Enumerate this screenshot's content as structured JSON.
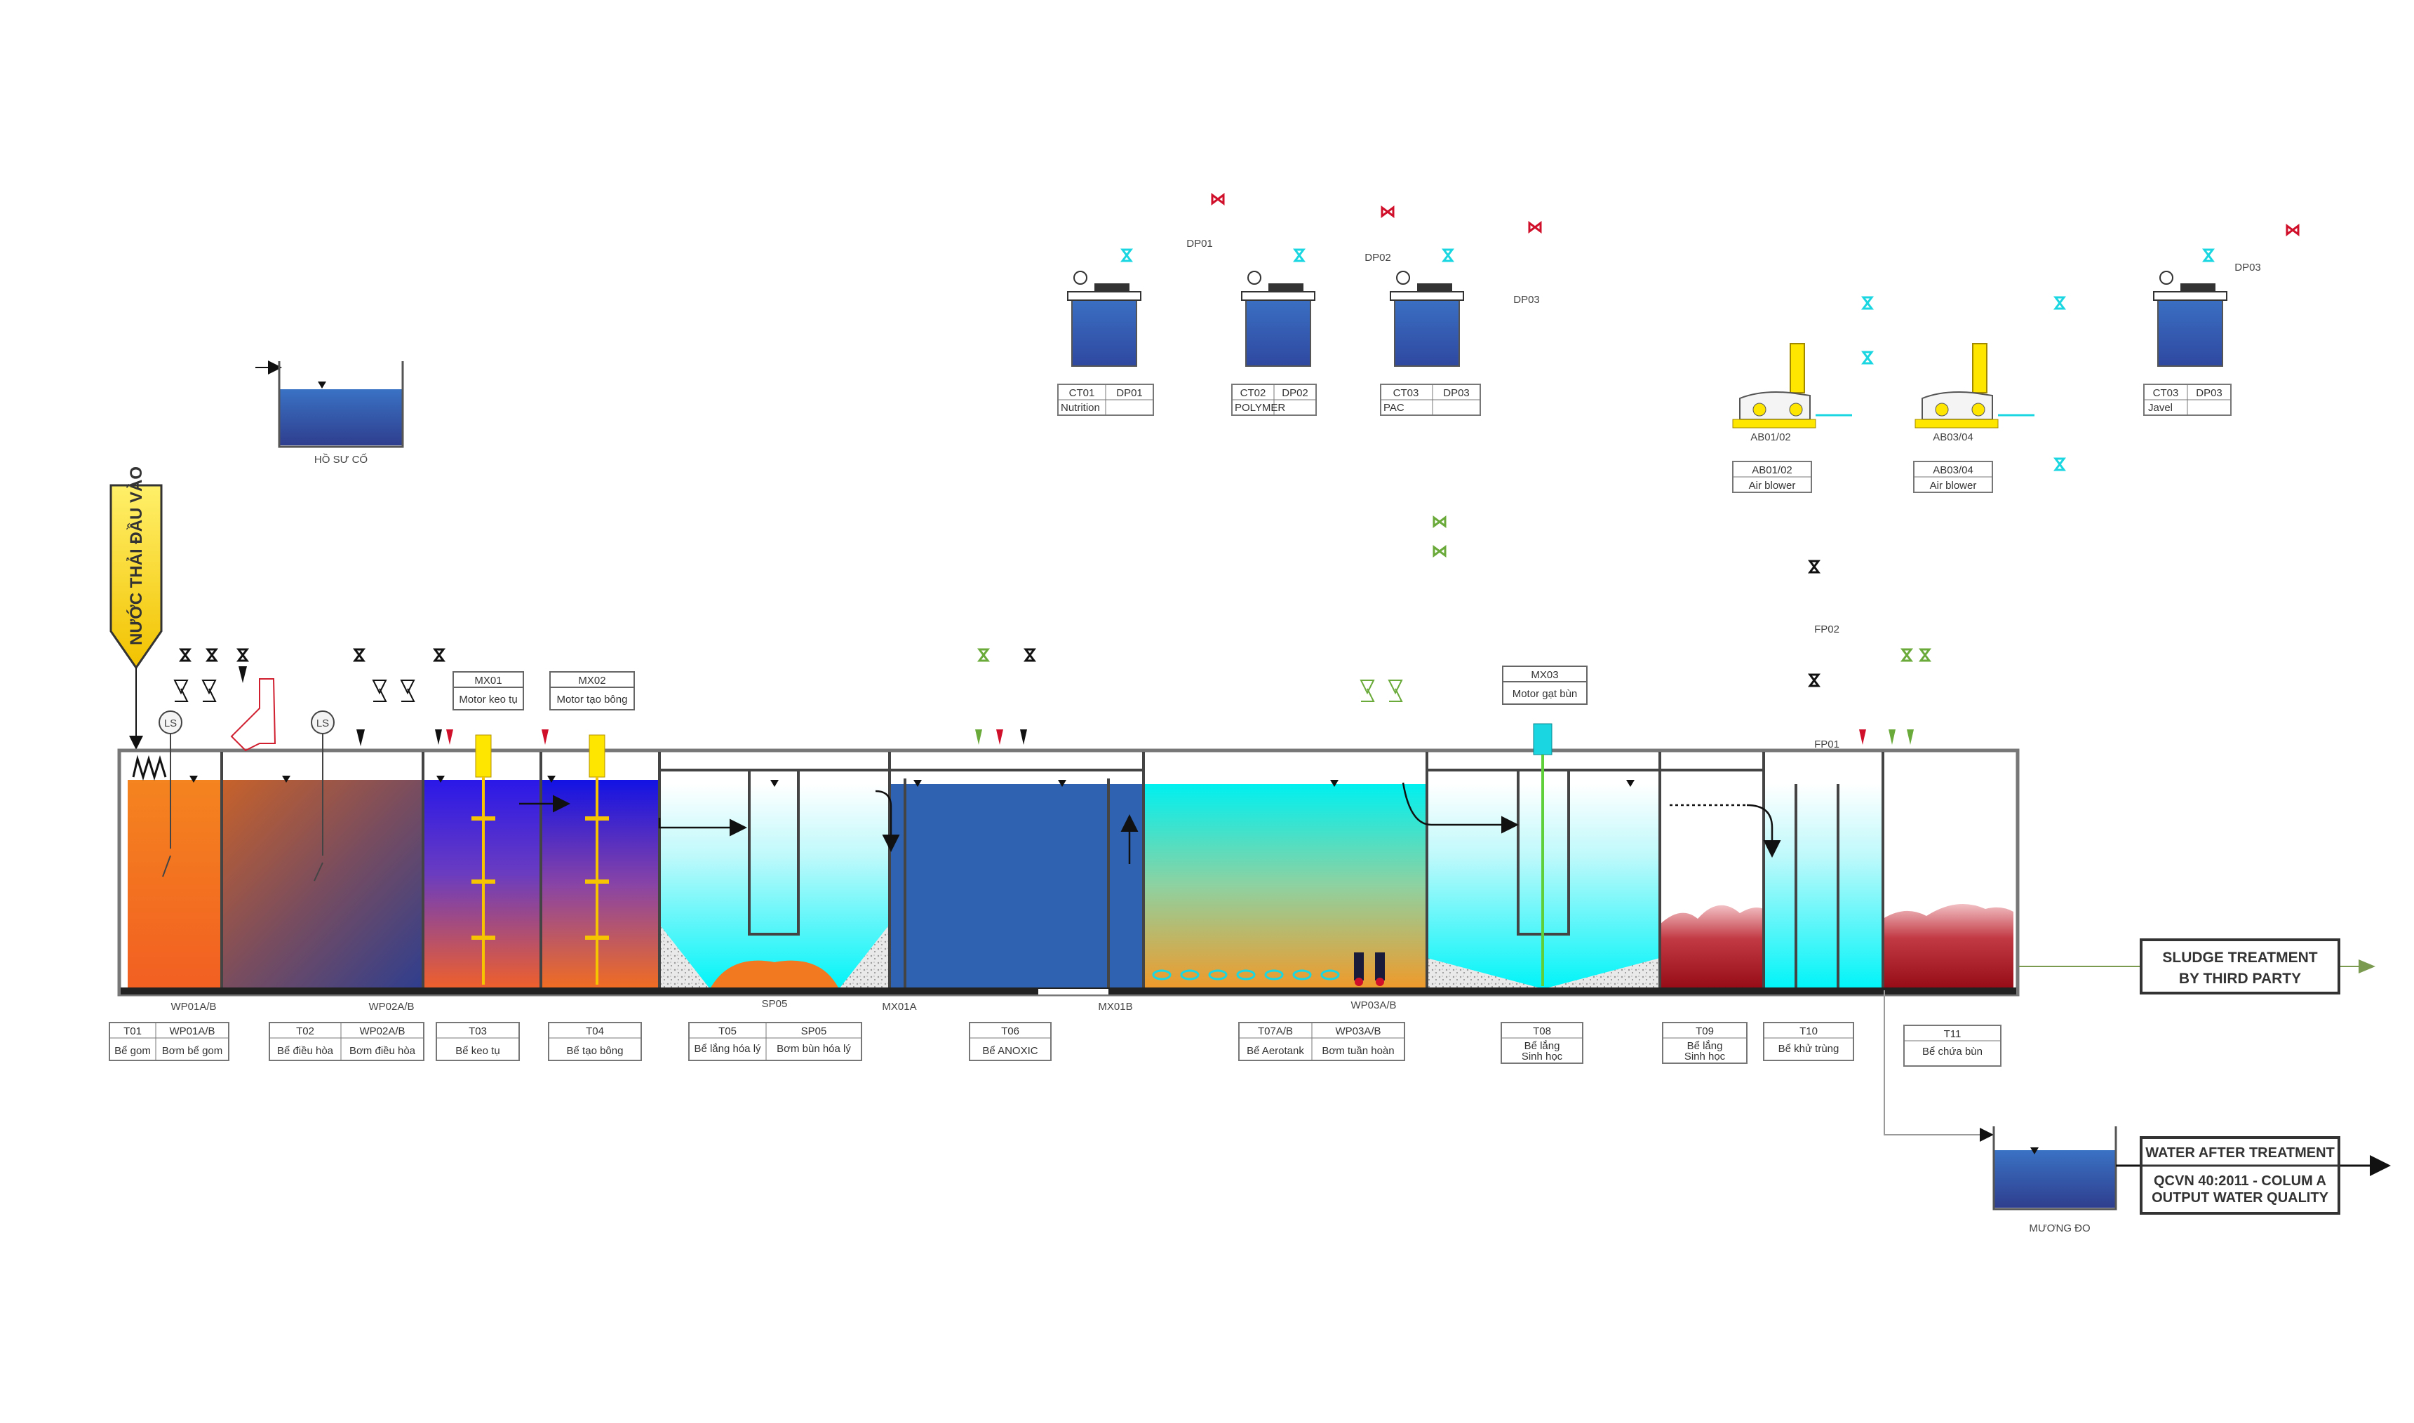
{
  "inlet": {
    "label": "NƯỚC THẢI ĐẦU VÀO"
  },
  "emergency_pond": {
    "label": "HỒ SƯ CỐ"
  },
  "tanks": [
    {
      "code": "T01",
      "name": "Bể gom",
      "pump_code": "WP01A/B",
      "pump_name": "Bơm bể gom"
    },
    {
      "code": "T02",
      "name": "Bể điều hòa",
      "pump_code": "WP02A/B",
      "pump_name": "Bơm điều hòa"
    },
    {
      "code": "T03",
      "name": "Bể keo tụ"
    },
    {
      "code": "T04",
      "name": "Bể tạo bông"
    },
    {
      "code": "T05",
      "name": "Bể lắng hóa lý",
      "pump_code": "SP05",
      "pump_name": "Bơm bùn hóa lý"
    },
    {
      "code": "T06",
      "name": "Bể ANOXIC"
    },
    {
      "code": "T07A/B",
      "name": "Bể Aerotank",
      "pump_code": "WP03A/B",
      "pump_name": "Bơm tuần hoàn"
    },
    {
      "code": "T08",
      "name": "Bể lắng",
      "name2": "Sinh học"
    },
    {
      "code": "T09",
      "name": "Bể lắng",
      "name2": "Sinh học"
    },
    {
      "code": "T10",
      "name": "Bể khử trùng"
    },
    {
      "code": "T11",
      "name": "Bể chứa bùn"
    }
  ],
  "inline_tags": {
    "wp01": "WP01A/B",
    "wp02": "WP02A/B",
    "sp05": "SP05",
    "mx01a": "MX01A",
    "mx01b": "MX01B",
    "wp03": "WP03A/B",
    "fp01": "FP01",
    "fp02": "FP02",
    "ls1": "LS",
    "ls2": "LS"
  },
  "mixers": [
    {
      "code": "MX01",
      "name": "Motor keo tụ"
    },
    {
      "code": "MX02",
      "name": "Motor tạo bông"
    },
    {
      "code": "MX03",
      "name": "Motor gạt bùn"
    }
  ],
  "chem_tanks": [
    {
      "tank": "CT01",
      "pump": "DP01",
      "chemical": "Nutrition"
    },
    {
      "tank": "CT02",
      "pump": "DP02",
      "chemical": "POLYMER"
    },
    {
      "tank": "CT03",
      "pump": "DP03",
      "chemical": "PAC"
    },
    {
      "tank": "CT03",
      "pump": "DP03",
      "chemical": "Javel"
    }
  ],
  "dosing_pump_tags": {
    "dp01": "DP01",
    "dp02": "DP02",
    "dp03a": "DP03",
    "dp03b": "DP03"
  },
  "blowers": [
    {
      "code": "AB01/02",
      "name": "Air blower"
    },
    {
      "code": "AB03/04",
      "name": "Air blower"
    }
  ],
  "outputs": {
    "sludge": {
      "line1": "SLUDGE TREATMENT",
      "line2": "BY THIRD PARTY"
    },
    "water": {
      "title": "WATER AFTER TREATMENT",
      "line1": "QCVN 40:2011 - COLUM A",
      "line2": "OUTPUT WATER QUALITY"
    },
    "channel_label": "MƯƠNG ĐO"
  },
  "colors": {
    "orange": "#f26d21",
    "blue_dark": "#2f3e8e",
    "blue_pure": "#1010e0",
    "cyan": "#00ffff",
    "anoxic_blue": "#2f5fae",
    "sludge_red": "#a80d18",
    "yellow": "#ffe600",
    "valve_red": "#e0102a",
    "valve_cyan": "#1ad6e0",
    "valve_green": "#5fae3a"
  }
}
